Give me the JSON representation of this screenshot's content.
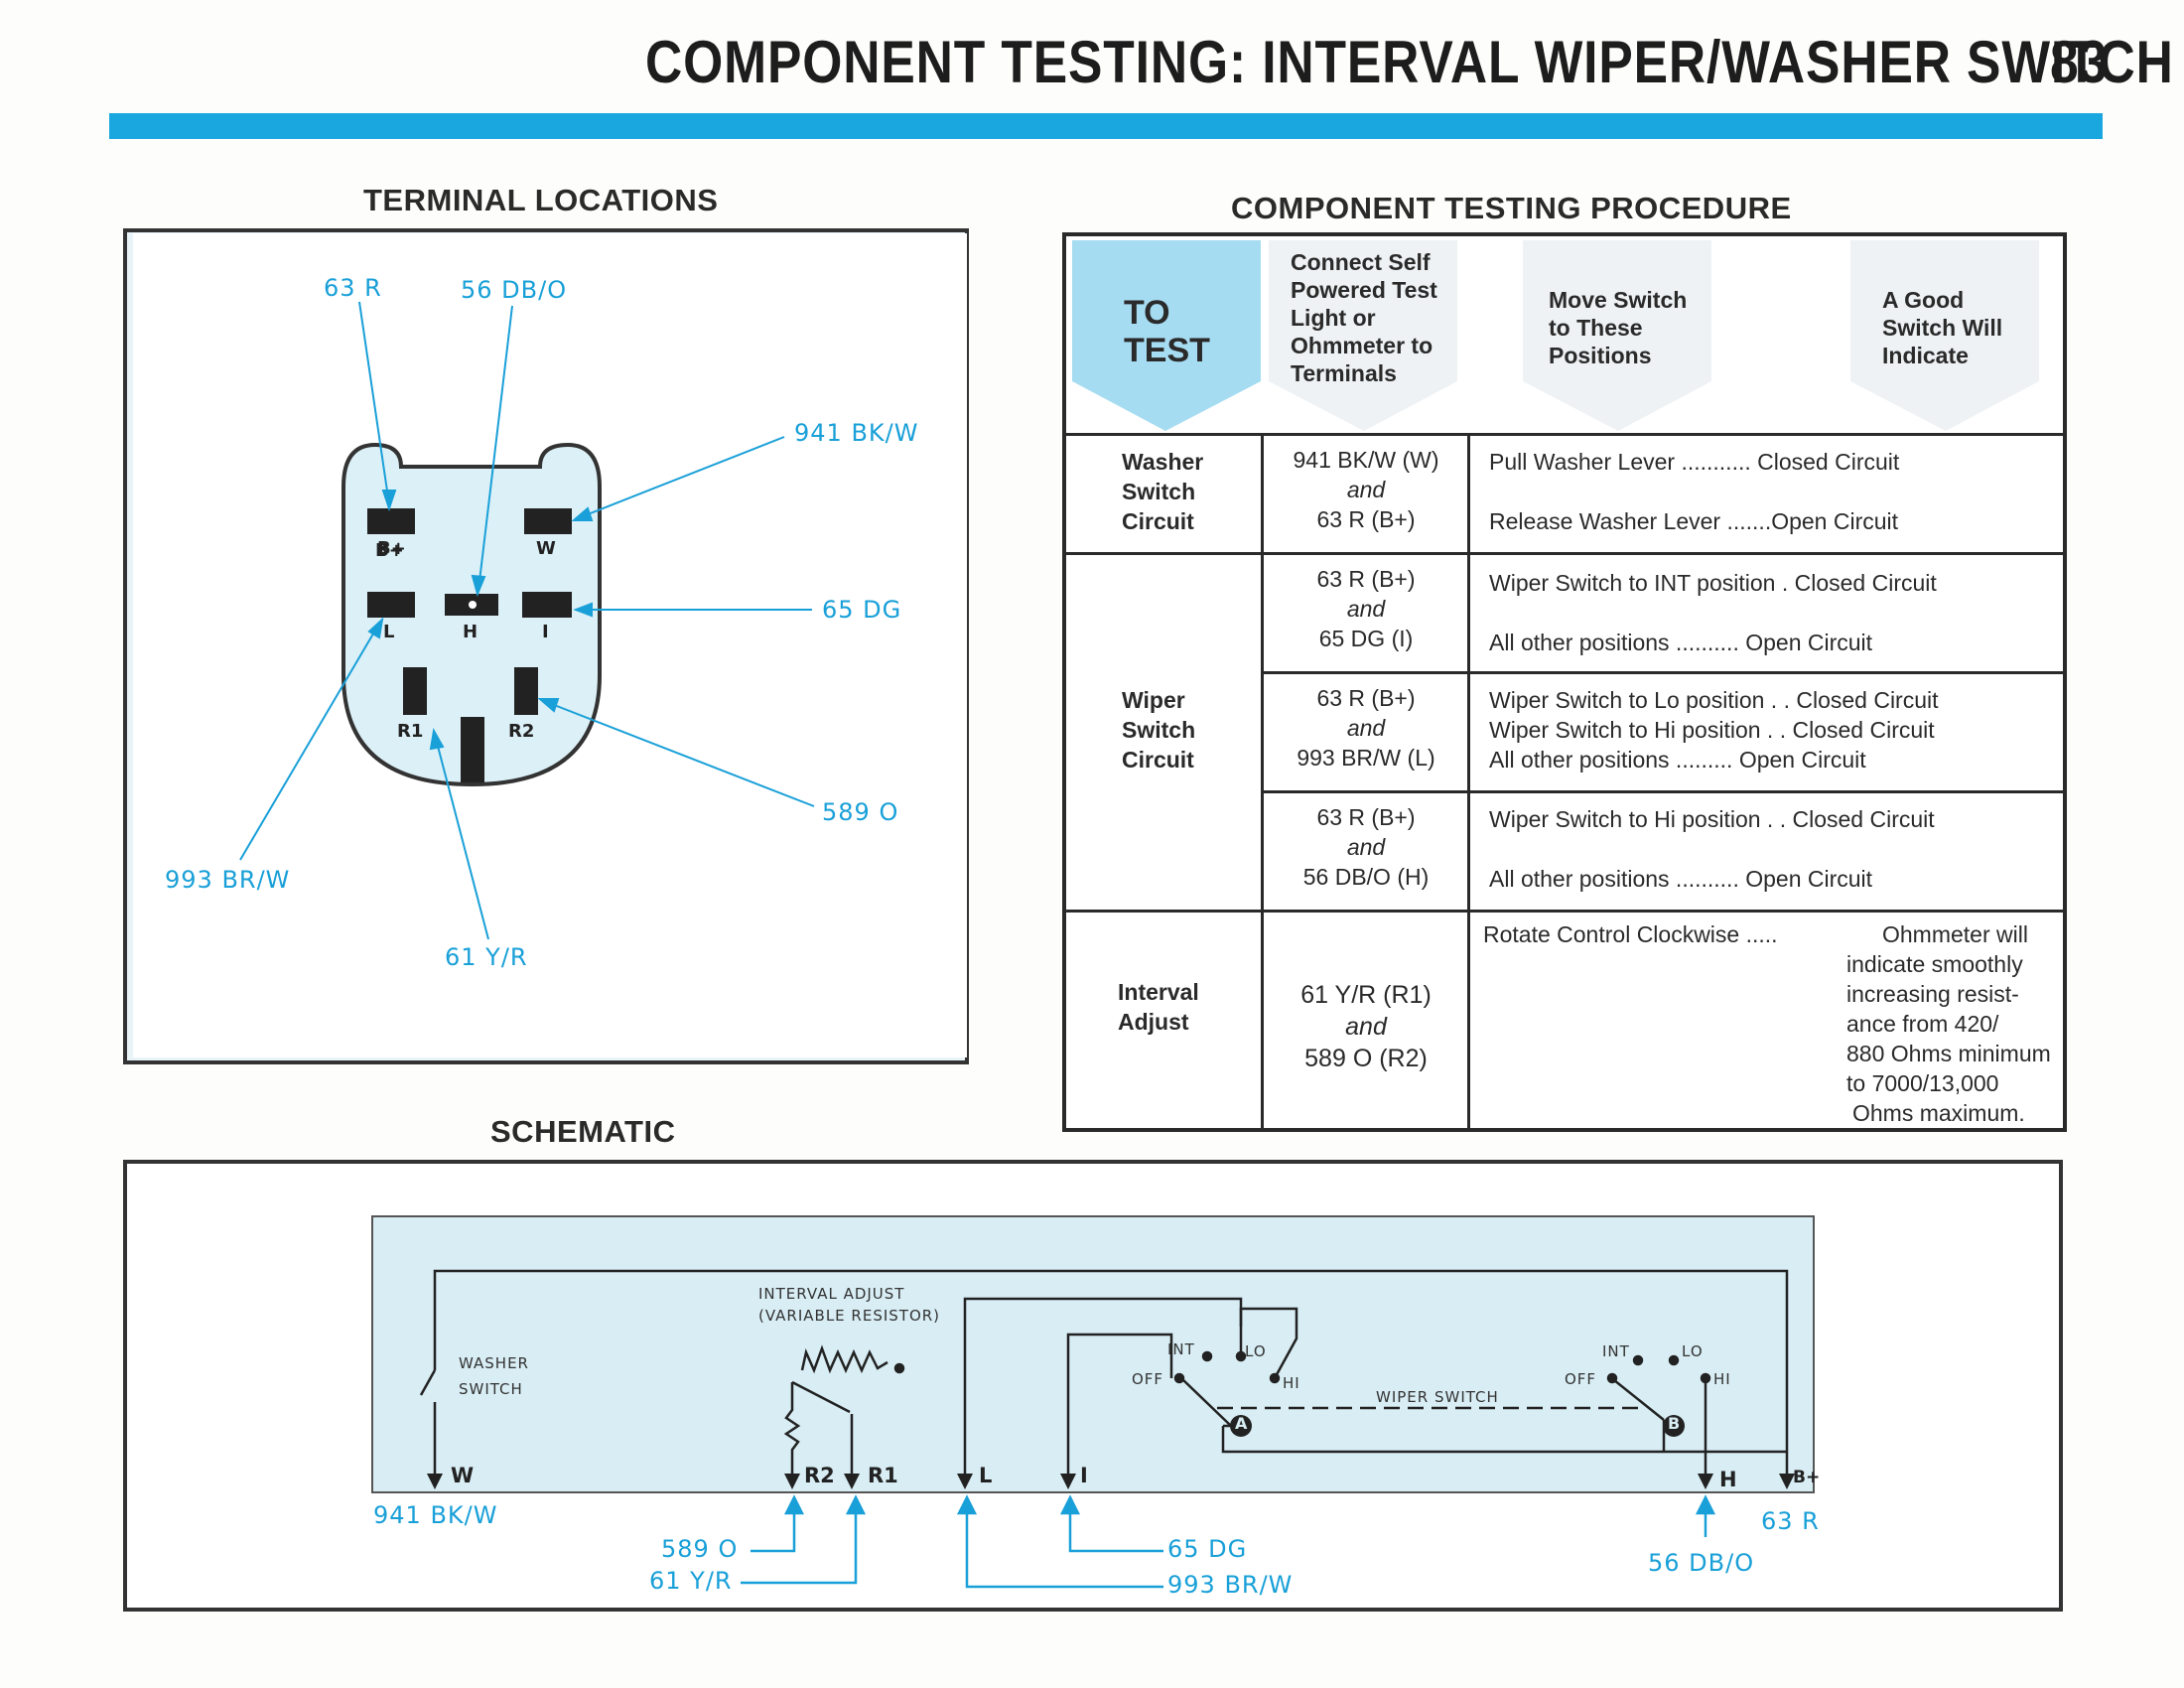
{
  "header": {
    "title": "COMPONENT TESTING: INTERVAL WIPER/WASHER SWITCH",
    "page_number": "83"
  },
  "terminal_locations": {
    "heading": "TERMINAL LOCATIONS",
    "wire_labels": {
      "r63": "63 R",
      "db56": "56 DB/O",
      "bkw941": "941 BK/W",
      "dg65": "65 DG",
      "o589": "589 O",
      "brw993": "993 BR/W",
      "yr61": "61 Y/R"
    },
    "terminals": {
      "bplus": "B+",
      "w": "W",
      "l": "L",
      "h": "H",
      "i": "I",
      "r1": "R1",
      "r2": "R2"
    }
  },
  "procedure": {
    "heading": "COMPONENT TESTING PROCEDURE",
    "col_headers": {
      "to_test_line1": "TO",
      "to_test_line2": "TEST",
      "connect": [
        "Connect Self",
        "Powered Test",
        "Light or",
        "Ohmmeter to",
        "Terminals"
      ],
      "move": [
        "Move Switch",
        "to These",
        "Positions"
      ],
      "indicate": [
        "A Good",
        "Switch Will",
        "Indicate"
      ]
    },
    "rows": [
      {
        "test": [
          "Washer",
          "Switch",
          "Circuit"
        ],
        "terminals": [
          "941 BK/W (W)",
          "and",
          "63 R (B+)"
        ],
        "results": [
          "Pull Washer Lever ........... Closed Circuit",
          "Release Washer Lever .......Open Circuit"
        ]
      },
      {
        "test": [
          "Wiper",
          "Switch",
          "Circuit"
        ],
        "groups": [
          {
            "terminals": [
              "63 R (B+)",
              "and",
              "65 DG (I)"
            ],
            "results": [
              "Wiper Switch to INT position . Closed Circuit",
              "All other positions .......... Open Circuit"
            ]
          },
          {
            "terminals": [
              "63 R (B+)",
              "and",
              "993 BR/W (L)"
            ],
            "results": [
              "Wiper Switch to Lo position . . Closed Circuit",
              "Wiper Switch to Hi position . . Closed Circuit",
              "All other positions ......... Open Circuit"
            ]
          },
          {
            "terminals": [
              "63 R (B+)",
              "and",
              "56 DB/O (H)"
            ],
            "results": [
              "Wiper Switch to Hi position . . Closed Circuit",
              "All other positions .......... Open Circuit"
            ]
          }
        ]
      },
      {
        "test": [
          "Interval",
          "Adjust"
        ],
        "terminals": [
          "61 Y/R (R1)",
          "and",
          "589 O (R2)"
        ],
        "results": [
          "Rotate Control Clockwise .....",
          "Ohmmeter will",
          "indicate smoothly",
          "increasing resist-",
          "ance from 420/",
          "880 Ohms minimum",
          "to 7000/13,000",
          "Ohms maximum."
        ]
      }
    ]
  },
  "schematic": {
    "heading": "SCHEMATIC",
    "labels": {
      "washer_switch": "WASHER",
      "washer_switch2": "SWITCH",
      "interval_adjust": "INTERVAL ADJUST",
      "variable_resistor": "(VARIABLE RESISTOR)",
      "wiper_switch": "WIPER SWITCH",
      "int": "INT",
      "lo": "LO",
      "off": "OFF",
      "hi": "HI",
      "a": "A",
      "b": "B"
    },
    "terminals": {
      "w": "W",
      "r2": "R2",
      "r1": "R1",
      "l": "L",
      "i": "I",
      "h": "H",
      "bplus": "B+"
    },
    "wires": {
      "bkw941": "941 BK/W",
      "o589": "589 O",
      "yr61": "61 Y/R",
      "dg65": "65 DG",
      "brw993": "993 BR/W",
      "db56": "56 DB/O",
      "r63": "63 R"
    }
  },
  "colors": {
    "accent": "#1aa7e0",
    "schematic_bg": "#d8edf4",
    "terminal_bg": "#e9f4f8"
  }
}
